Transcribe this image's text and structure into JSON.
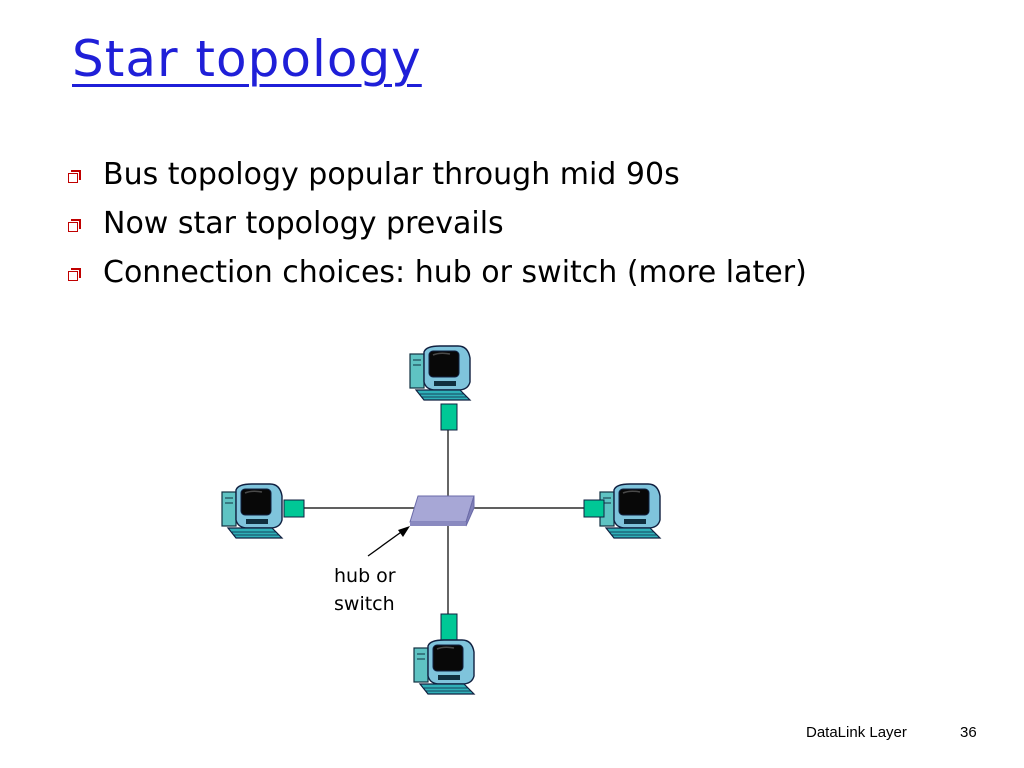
{
  "slide": {
    "title": "Star topology",
    "bullets": [
      "Bus topology popular through mid 90s",
      "Now star topology prevails",
      "Connection choices: hub or switch (more later)"
    ],
    "bullet_icon": "hollow-square-bullet-icon",
    "accent_color": "#1f1fd8",
    "bullet_color": "#c00000"
  },
  "diagram": {
    "hub_label": "hub or\nswitch",
    "hub_color": "#a7a7d6",
    "connector_color": "#00c896",
    "nodes": [
      "computer-top",
      "computer-left",
      "computer-right",
      "computer-bottom"
    ]
  },
  "footer": {
    "section": "DataLink Layer",
    "page_number": "36"
  }
}
